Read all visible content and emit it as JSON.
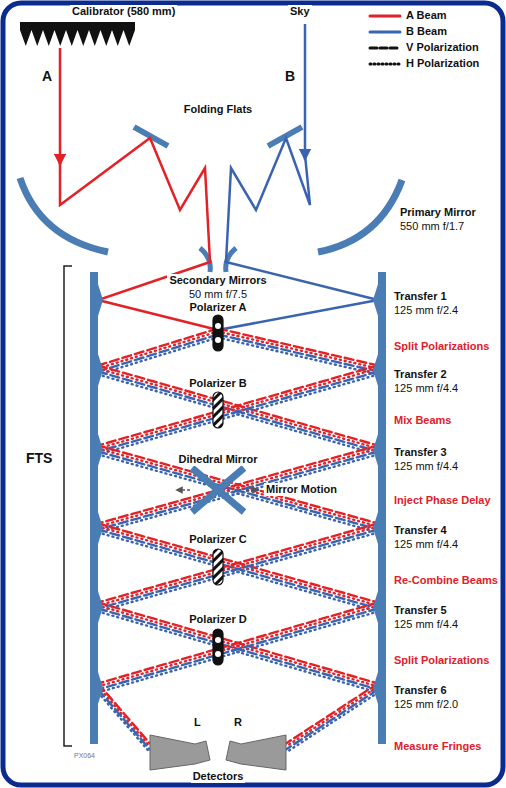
{
  "diagram": {
    "labels": [
      "Calibrator (580 mm)",
      "Sky",
      "A",
      "B",
      "Folding Flats",
      "Primary Mirror",
      "550 mm f/1.7",
      "Secondary Mirrors",
      "50 mm f/7.5",
      "Polarizer A",
      "Polarizer B",
      "Dihedral Mirror",
      "Mirror Motion",
      "Polarizer C",
      "Polarizer D",
      "Transfer 1",
      "125 mm f/2.4",
      "Split Polarizations",
      "Transfer 2",
      "125 mm f/4.4",
      "Mix Beams",
      "Transfer 3",
      "125 mm f/4.4",
      "Inject Phase Delay",
      "Transfer 4",
      "125 mm f/4.4",
      "Re-Combine Beams",
      "Transfer 5",
      "125 mm f/4.4",
      "Split Polarizations",
      "Transfer 6",
      "125 mm f/2.0",
      "Measure Fringes",
      "FTS",
      "L",
      "R",
      "Detectors",
      "PX064"
    ],
    "legend": [
      {
        "text": "A Beam",
        "color": "#e32227"
      },
      {
        "text": "B Beam",
        "color": "#3a63b0"
      },
      {
        "text": "V Polarization"
      },
      {
        "text": "H Polarization"
      }
    ]
  }
}
